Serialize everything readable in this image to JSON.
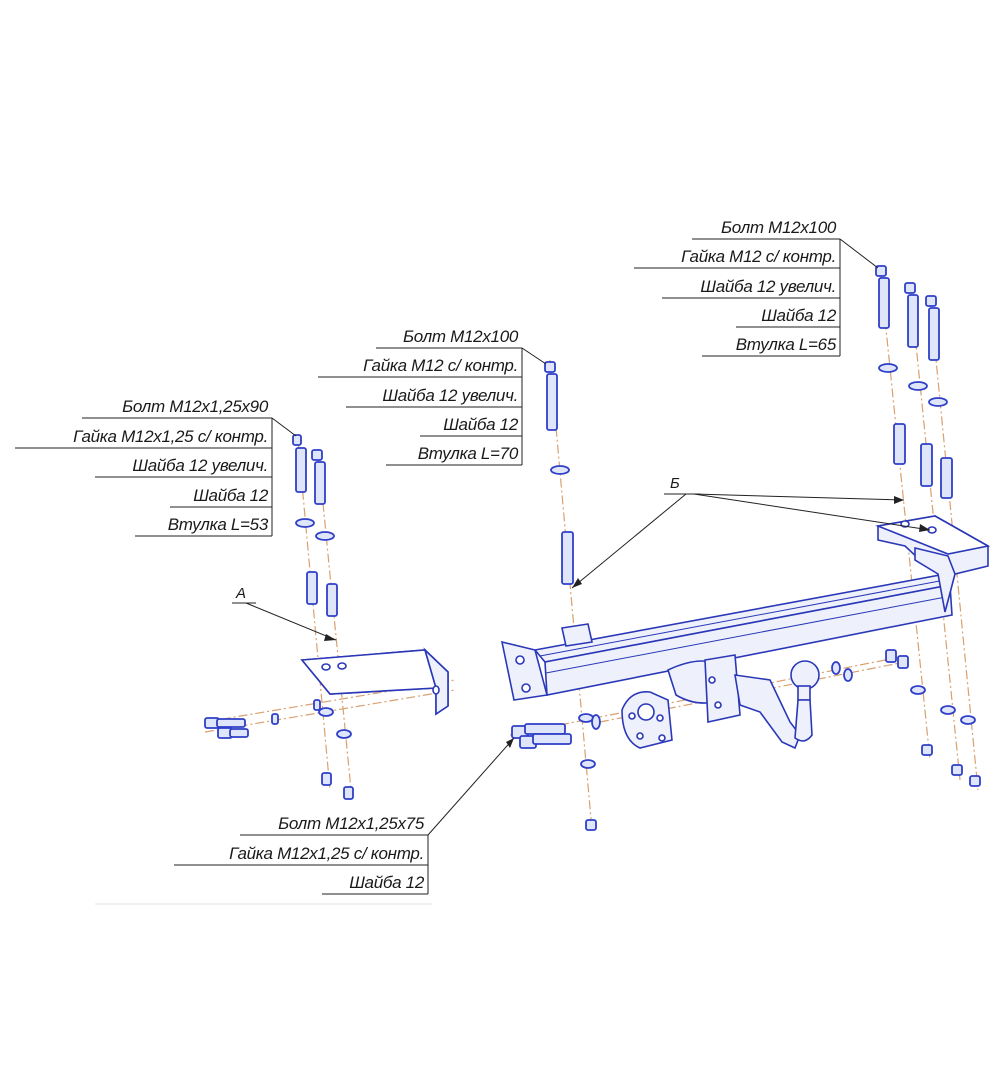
{
  "callouts": {
    "left": {
      "lines": [
        "Болт М12х1,25х90",
        "Гайка М12х1,25 с/ контр.",
        "Шайба 12 увелич.",
        "Шайба 12",
        "Втулка L=53"
      ]
    },
    "middle": {
      "lines": [
        "Болт М12х100",
        "Гайка М12 с/ контр.",
        "Шайба 12 увелич.",
        "Шайба 12",
        "Втулка L=70"
      ]
    },
    "right": {
      "lines": [
        "Болт М12х100",
        "Гайка М12 с/ контр.",
        "Шайба 12 увелич.",
        "Шайба 12",
        "Втулка L=65"
      ]
    },
    "bottom": {
      "lines": [
        "Болт М12х1,25х75",
        "Гайка М12х1,25 с/ контр.",
        "Шайба 12"
      ]
    }
  },
  "markers": {
    "a": "А",
    "b": "Б"
  },
  "colors": {
    "part_stroke": "#2a38b8",
    "axis_line": "#d9a070",
    "text": "#1a1a1a"
  }
}
